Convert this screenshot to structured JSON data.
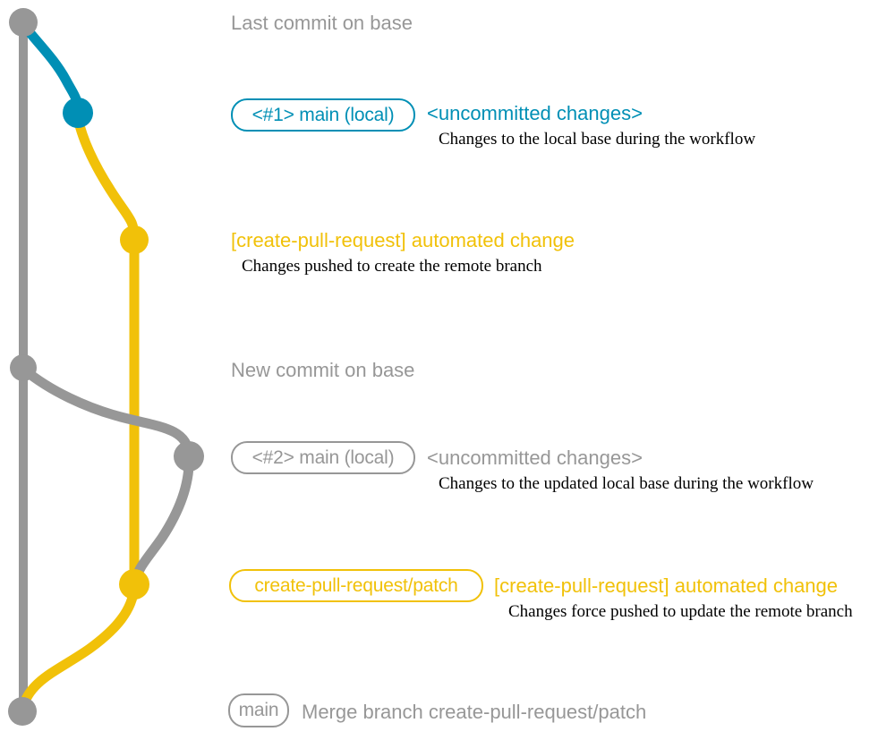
{
  "colors": {
    "bg": "#ffffff",
    "gray": "#979797",
    "blue": "#008fb5",
    "yellow": "#f1c109",
    "ink": "#000000"
  },
  "graph": {
    "type": "git-branch-diagram",
    "branches": [
      {
        "name": "base",
        "color": "#979797"
      },
      {
        "name": "main (local)",
        "color": "#008fb5"
      },
      {
        "name": "create-pull-request/patch",
        "color": "#f1c109"
      }
    ],
    "commits": [
      {
        "id": "base-top",
        "branch": "base",
        "label": "Last commit on base"
      },
      {
        "id": "main-1",
        "branch": "main (local)",
        "label": "<#1> main (local)"
      },
      {
        "id": "cpr-1",
        "branch": "create-pull-request/patch",
        "label": "[create-pull-request] automated change"
      },
      {
        "id": "base-new",
        "branch": "base",
        "label": "New commit on base"
      },
      {
        "id": "main-2",
        "branch": "main (local)",
        "label": "<#2> main (local)"
      },
      {
        "id": "cpr-2",
        "branch": "create-pull-request/patch",
        "label": "[create-pull-request] automated change"
      },
      {
        "id": "merge",
        "branch": "base",
        "label": "Merge branch create-pull-request/patch"
      }
    ]
  },
  "rows": {
    "last_commit": "Last commit on base",
    "row1_pill": "<#1> main (local)",
    "row1_note": "<uncommitted changes>",
    "row1_caption": "Changes to the local base during the workflow",
    "row2_note": "[create-pull-request] automated change",
    "row2_caption": "Changes pushed to create the remote branch",
    "new_commit": "New commit on base",
    "row3_pill": "<#2> main (local)",
    "row3_note": "<uncommitted changes>",
    "row3_caption": "Changes to the updated local base during the workflow",
    "row4_pill": "create-pull-request/patch",
    "row4_note": "[create-pull-request] automated change",
    "row4_caption": "Changes force pushed to update the remote branch",
    "merge_pill": "main",
    "merge_text": "Merge branch create-pull-request/patch"
  }
}
